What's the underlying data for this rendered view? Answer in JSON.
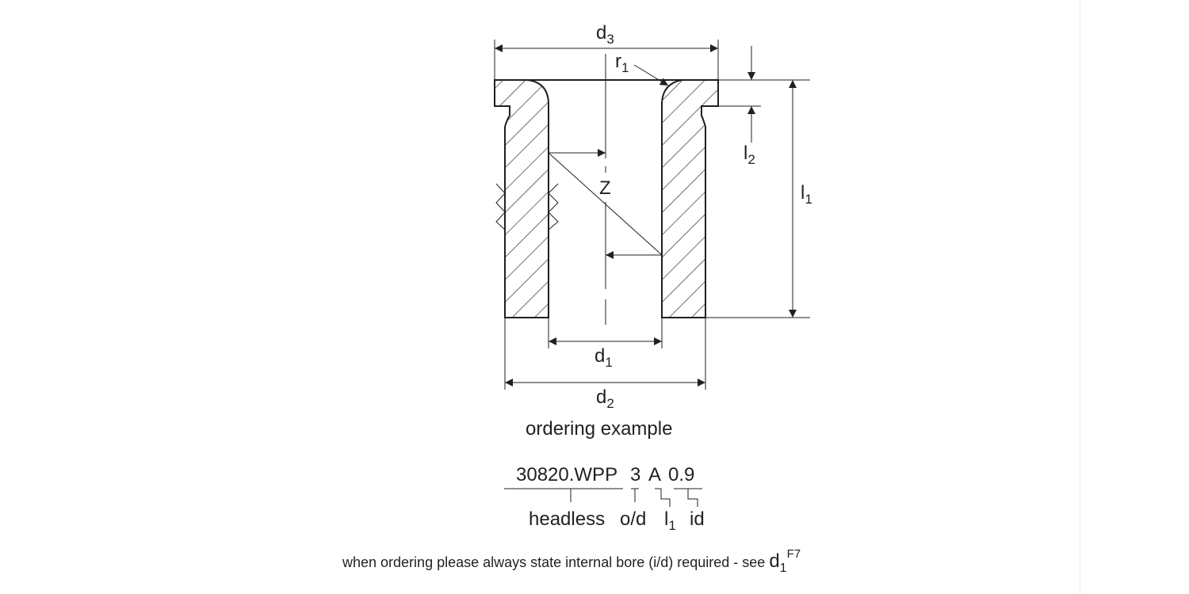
{
  "drawing": {
    "dimensions": {
      "d3": {
        "symbol": "d",
        "sub": "3"
      },
      "r1": {
        "symbol": "r",
        "sub": "1"
      },
      "l2": {
        "symbol": "l",
        "sub": "2"
      },
      "l1": {
        "symbol": "l",
        "sub": "1"
      },
      "z": "Z",
      "d1": {
        "symbol": "d",
        "sub": "1"
      },
      "d2": {
        "symbol": "d",
        "sub": "2"
      }
    }
  },
  "ordering": {
    "title": "ordering example",
    "code_base": "30820.WPP",
    "code_od": "3",
    "code_l1": "A",
    "code_id": "0.9",
    "label_headless": "headless",
    "label_od": "o/d",
    "label_l1": {
      "symbol": "l",
      "sub": "1"
    },
    "label_id": "id"
  },
  "footer": {
    "text": "when ordering please always state internal bore (i/d) required - see",
    "symbol": "d",
    "sub": "1",
    "sup": "F7"
  }
}
